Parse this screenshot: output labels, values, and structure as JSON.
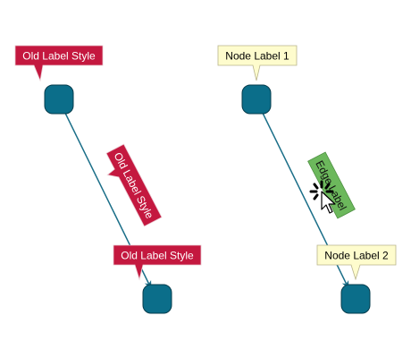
{
  "left_graph": {
    "source_label": "Old Label Style",
    "edge_label": "Old Label Style",
    "target_label": "Old Label Style",
    "label_style_fill": "#c4183f",
    "label_style_text": "#ffffff"
  },
  "right_graph": {
    "source_label": "Node Label 1",
    "edge_label": "Edge Label",
    "target_label": "Node Label 2",
    "node_label_fill": "#fefccd",
    "edge_label_fill": "#6cb85c"
  },
  "colors": {
    "node_fill": "#0b6e8a",
    "node_stroke": "#063c4c",
    "edge_stroke": "#1a6e88"
  },
  "cursor": {
    "icon": "busy-pointer-icon"
  }
}
